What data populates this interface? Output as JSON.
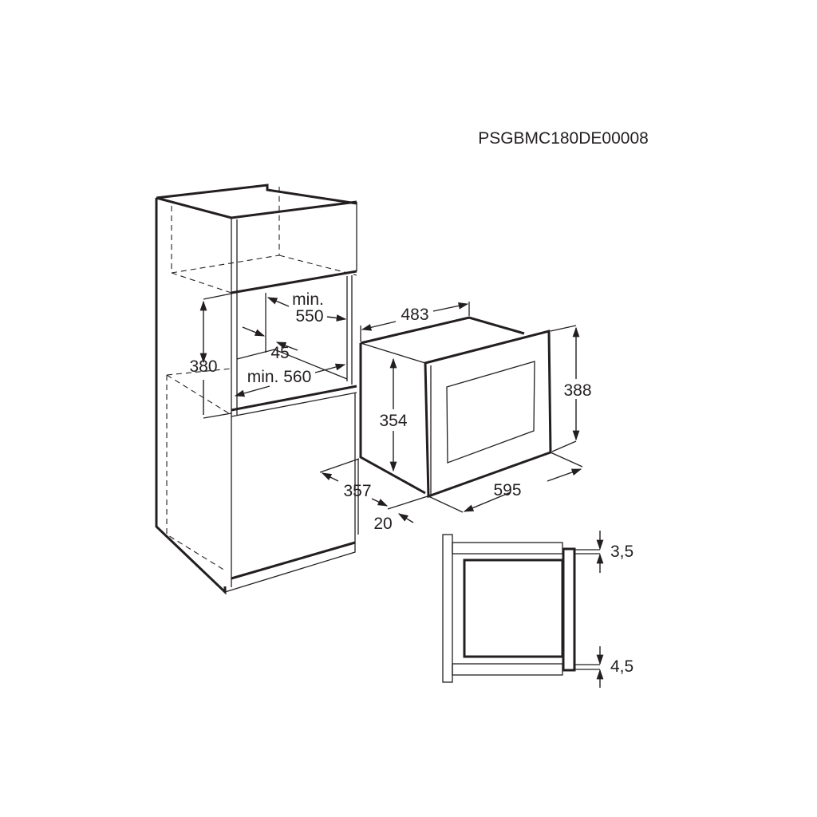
{
  "title": "PSGBMC180DE00008",
  "cabinet": {
    "height_label": "380",
    "depth_min_prefix": "min.",
    "depth_min_value": "550",
    "back_gap": "45",
    "width_min": "min. 560"
  },
  "appliance": {
    "body_width": "483",
    "body_height": "354",
    "front_height": "388",
    "front_width": "595",
    "depth": "357",
    "front_thickness": "20"
  },
  "detail": {
    "top_gap": "3,5",
    "bottom_gap": "4,5"
  }
}
